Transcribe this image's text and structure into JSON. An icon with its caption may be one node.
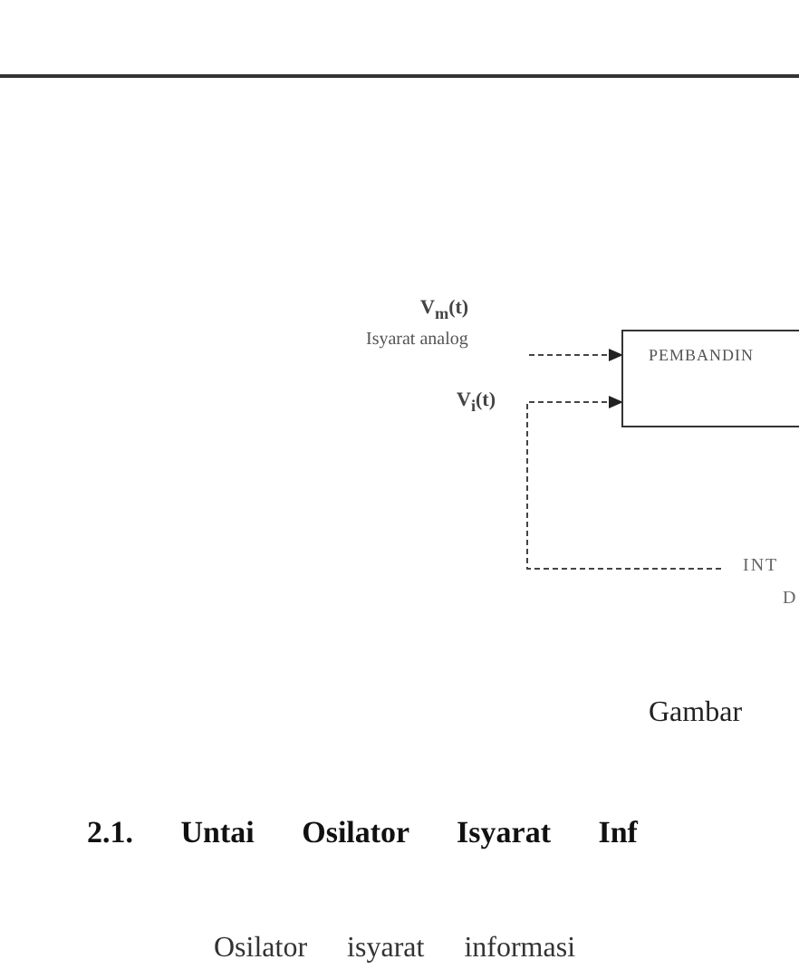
{
  "diagram": {
    "title": "2.1. Untai Osilator Isyarat Inf",
    "nodes": [
      {
        "text": [
          "V$_{m}$(t)",
          "Isyarat analog"
        ]
      },
      {
        "text": [
          "PEMBANDIN"
        ]
      },
      {
        "text": [
          "INT",
          "D"
        ]
      }
    ],
    "edges": [
      {
        "from": 0,
        "to": 1,
        "arrow": "to",
        "style": "dashed"
      },
      {
        "from": 2,
        "to": 1,
        "arrow": "to",
        "style": "dashed",
        "label": "V$_{i}$(t)"
      }
    ],
    "labels": [
      "Gambar",
      "Osilator isyarat informasi"
    ]
  }
}
